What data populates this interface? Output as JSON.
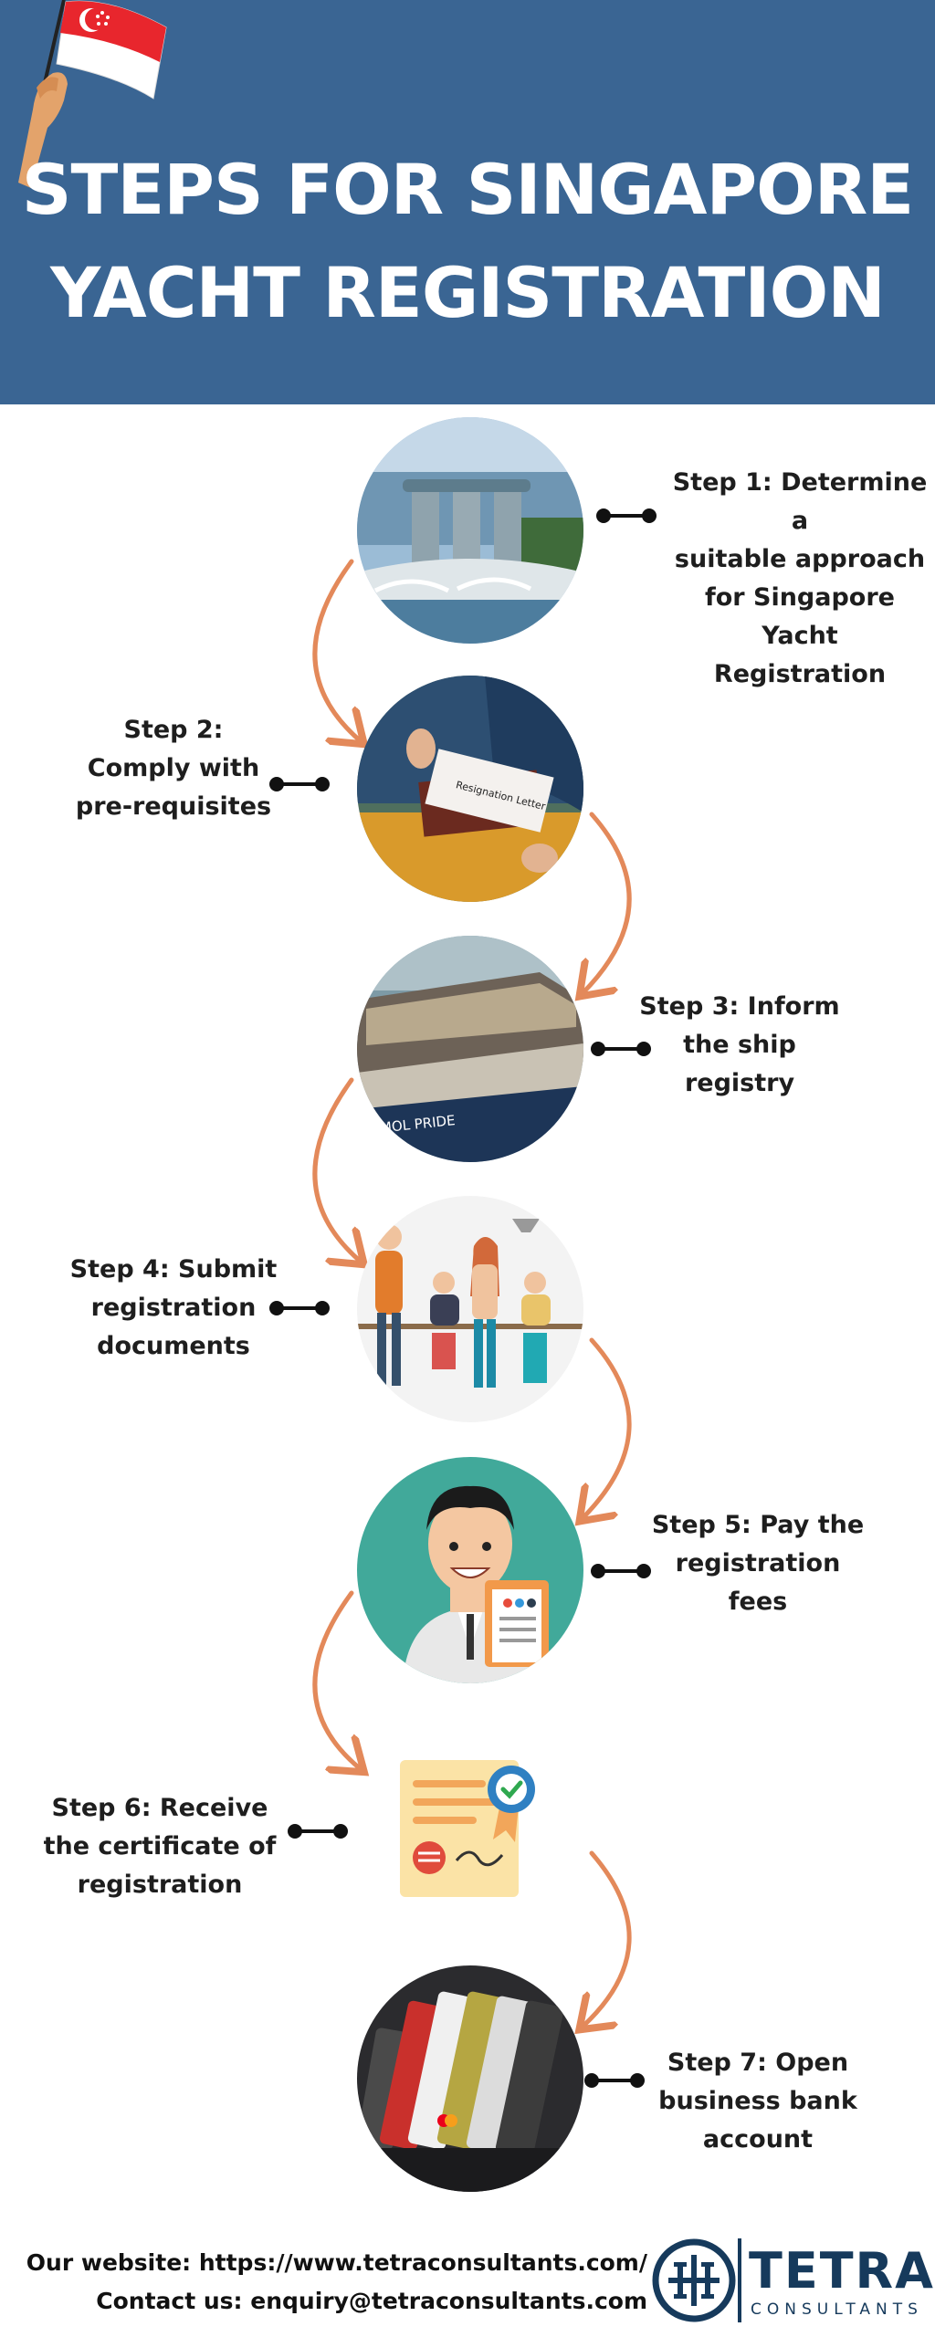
{
  "header": {
    "title_line1": "STEPS FOR SINGAPORE",
    "title_line2": "YACHT REGISTRATION",
    "bg_color": "#3a6593"
  },
  "steps": [
    {
      "label": "Step 1: Determine a\nsuitable approach\nfor Singapore Yacht\nRegistration",
      "image": "marina-bay-photo"
    },
    {
      "label": "Step 2:\nComply with\npre-requisites",
      "image": "resignation-letter-photo"
    },
    {
      "label": "Step 3: Inform\nthe ship\nregistry",
      "image": "ship-photo"
    },
    {
      "label": "Step 4: Submit\nregistration\ndocuments",
      "image": "team-illustration"
    },
    {
      "label": "Step 5: Pay the\nregistration\nfees",
      "image": "businessman-clipboard-illustration"
    },
    {
      "label": "Step 6: Receive\nthe certificate of\nregistration",
      "image": "certificate-icon"
    },
    {
      "label": "Step 7: Open\nbusiness bank\naccount",
      "image": "credit-cards-photo"
    }
  ],
  "resignation_letter_text": "Resignation Letter",
  "ship_hull_text": "MOL PRIDE",
  "footer": {
    "website": "Our website: https://www.tetraconsultants.com/",
    "contact": "Contact us:  enquiry@tetraconsultants.com"
  },
  "logo": {
    "name": "TETRA",
    "sub": "CONSULTANTS"
  },
  "colors": {
    "arrow": "#e3895a",
    "connector": "#111111",
    "logo": "#163a5c"
  }
}
